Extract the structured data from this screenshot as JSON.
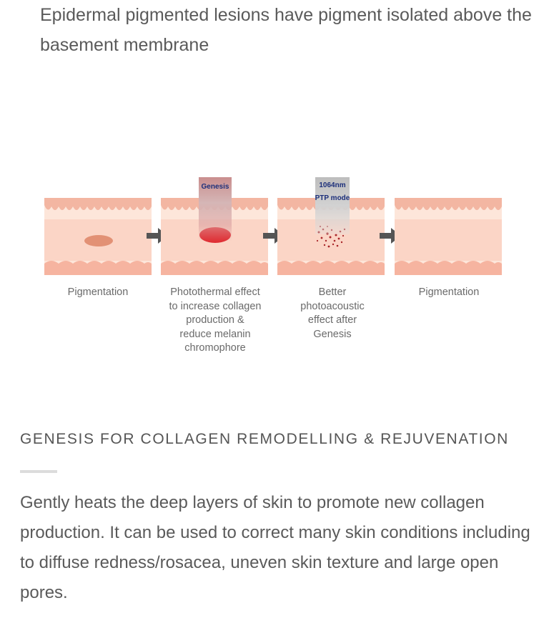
{
  "intro": {
    "text": "Epidermal pigmented lesions have pigment isolated above the basement membrane"
  },
  "diagram": {
    "stages": [
      {
        "caption": "Pigmentation"
      },
      {
        "caption": "Photothermal effect\nto increase collagen\nproduction &\nreduce melanin\nchromophore",
        "laser_label": "Genesis"
      },
      {
        "caption": "Better\nphotoacoustic\neffect after\nGenesis",
        "laser_label_1": "1064nm",
        "laser_label_2": "PTP mode"
      },
      {
        "caption": "Pigmentation"
      }
    ],
    "colors": {
      "skin": "#fbd9c9",
      "epidermis": "#f4b7a3",
      "pigment": "#d97a5a",
      "heat": "#d9121b",
      "arrow": "#555555"
    }
  },
  "section": {
    "title": "GENESIS FOR COLLAGEN REMODELLING & REJUVENATION",
    "body": "Gently heats the deep layers of skin to promote new collagen production. It can be used to correct many skin conditions including to diffuse redness/rosacea, uneven skin texture and large open pores."
  }
}
